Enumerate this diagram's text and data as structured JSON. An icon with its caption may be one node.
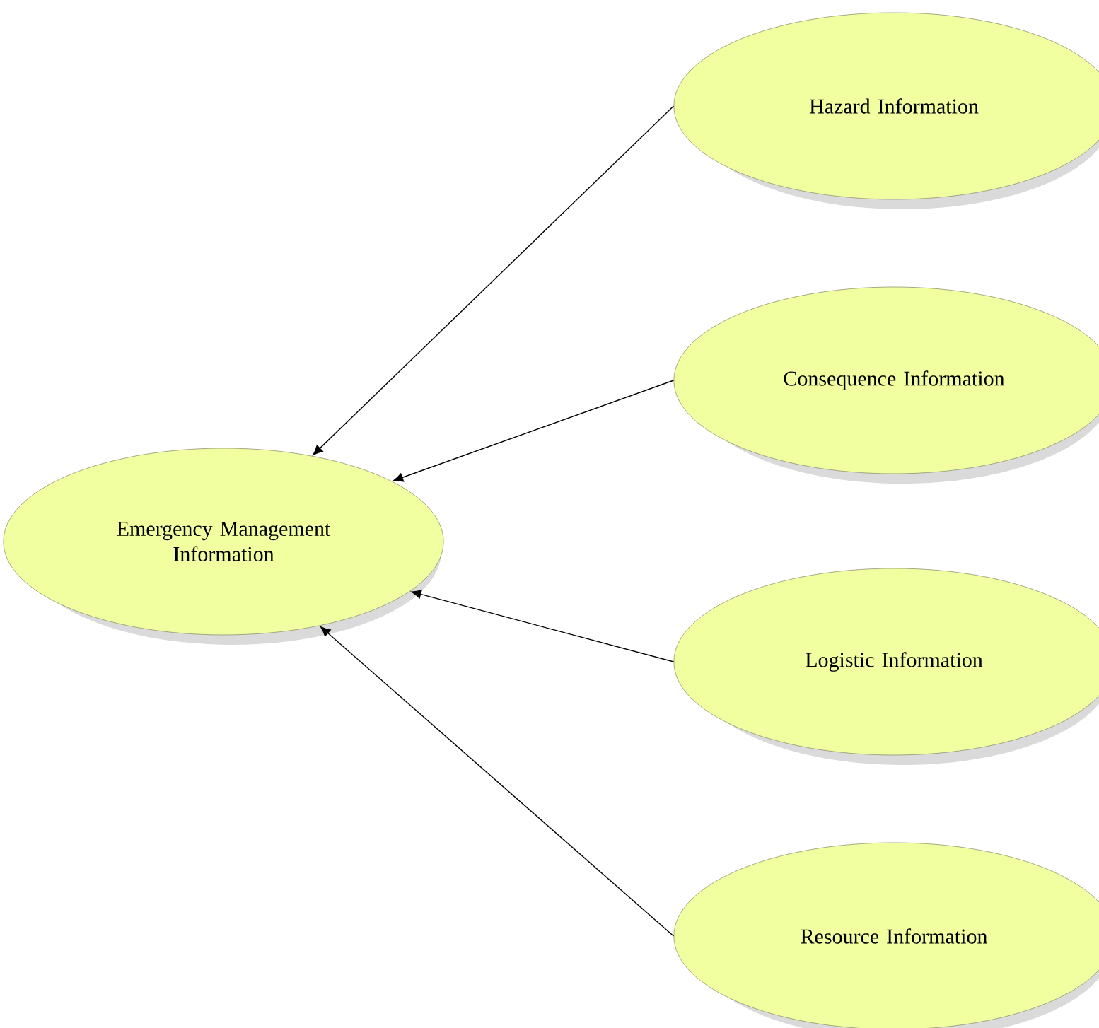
{
  "diagram": {
    "nodes": [
      {
        "text": [
          "Emergency Management Information"
        ]
      },
      {
        "text": [
          "Hazard Information"
        ]
      },
      {
        "text": [
          "Consequence Information"
        ]
      },
      {
        "text": [
          "Logistic Information"
        ]
      },
      {
        "text": [
          "Resource Information"
        ]
      }
    ],
    "edges": [
      {
        "from": 1,
        "to": 0,
        "arrow": "to"
      },
      {
        "from": 2,
        "to": 0,
        "arrow": "to"
      },
      {
        "from": 3,
        "to": 0,
        "arrow": "to"
      },
      {
        "from": 4,
        "to": 0,
        "arrow": "to"
      }
    ]
  }
}
